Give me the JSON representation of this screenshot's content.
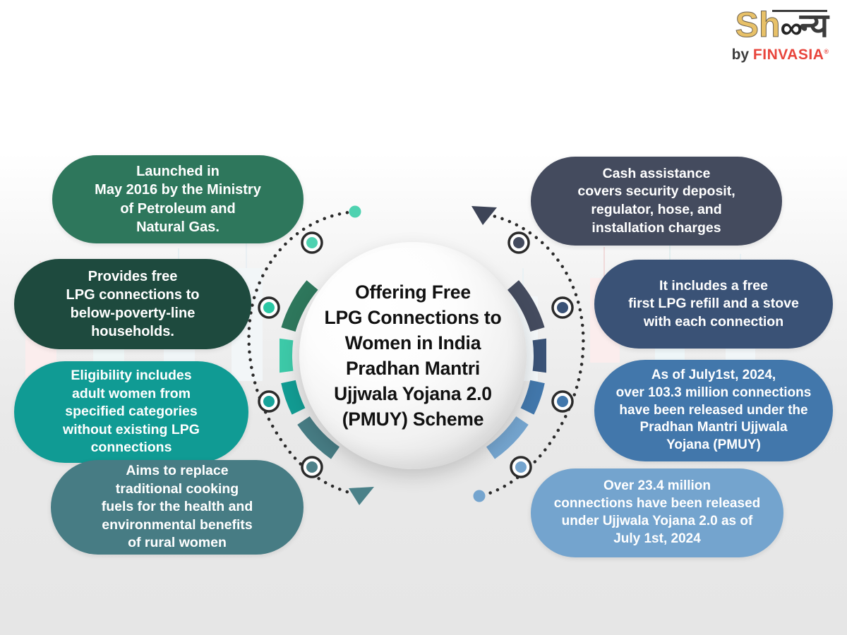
{
  "logo": {
    "name_part1": "Sh",
    "name_infinity": "∞",
    "name_devanagari": "न्य",
    "byline_prefix": "by ",
    "byline_brand": "FINVASIA",
    "registered": "®"
  },
  "center": {
    "title": "Offering Free\nLPG Connections to\nWomen in India\nPradhan Mantri\nUjjwala Yojana 2.0\n(PMUY) Scheme"
  },
  "colors": {
    "background_top": "#ffffff",
    "background_bottom": "#e6e6e6",
    "accent_green": "#2E775C",
    "accent_dark_green": "#1E4A3E",
    "accent_teal": "#109B94",
    "accent_mint": "#3DC9A8",
    "accent_slate_teal": "#477C84",
    "accent_navy": "#444B5E",
    "accent_blue_dark": "#3A5276",
    "accent_blue": "#4277AB",
    "accent_blue_light": "#74A4CE",
    "text_on_pill": "#ffffff",
    "center_text": "#111111",
    "logo_gold": "#E8C168",
    "logo_red": "#E8453C"
  },
  "left_items": [
    {
      "id": "launched-date",
      "text": "Launched in\nMay 2016 by the Ministry\nof  Petroleum and\nNatural Gas.",
      "color": "#2E775C",
      "marker_color": "#3DC9A8",
      "font_size": 20
    },
    {
      "id": "free-connections",
      "text": "Provides free\nLPG connections to\nbelow-poverty-line\nhouseholds.",
      "color": "#1E4A3E",
      "marker_color": "#2BC7A4",
      "font_size": 20
    },
    {
      "id": "eligibility",
      "text": "Eligibility includes\nadult women from\nspecified categories\nwithout existing LPG\nconnections",
      "color": "#109B94",
      "marker_color": "#17A39A",
      "font_size": 19.5
    },
    {
      "id": "replace-fuels",
      "text": "Aims to replace\ntraditional cooking\nfuels for the health and\nenvironmental benefits\nof rural women",
      "color": "#477C84",
      "marker_color": "#4E8189",
      "font_size": 19.5
    }
  ],
  "right_items": [
    {
      "id": "cash-assistance",
      "text": "Cash assistance\ncovers security deposit,\nregulator, hose, and\ninstallation charges",
      "color": "#444B5E",
      "marker_color": "#444B5E",
      "font_size": 19.5
    },
    {
      "id": "free-refill-stove",
      "text": "It includes a free\nfirst LPG refill and a stove\nwith each connection",
      "color": "#3A5276",
      "marker_color": "#3A5276",
      "font_size": 19.5
    },
    {
      "id": "connections-released",
      "text": "As of July1st, 2024,\nover 103.3 million connections\nhave been released under the\nPradhan Mantri Ujjwala\nYojana (PMUY)",
      "color": "#4277AB",
      "marker_color": "#4277AB",
      "font_size": 19,
      "note": "103.3 million connections as of July 1st 2024"
    },
    {
      "id": "ujjwala-2-connections",
      "text": "Over 23.4 million\nconnections have been released\nunder Ujjwala Yojana 2.0 as of\nJuly 1st, 2024",
      "color": "#74A4CE",
      "marker_color": "#74A4CE",
      "font_size": 19,
      "note": "23.4 million connections under Ujjwala 2.0"
    }
  ],
  "ring_segments": [
    {
      "id": "seg-green-dark",
      "color": "#2E775C"
    },
    {
      "id": "seg-mint",
      "color": "#3DC9A8"
    },
    {
      "id": "seg-teal",
      "color": "#129B92"
    },
    {
      "id": "seg-slate-teal",
      "color": "#477C84"
    },
    {
      "id": "seg-navy",
      "color": "#444B5E"
    },
    {
      "id": "seg-blue-dark",
      "color": "#3A5276"
    },
    {
      "id": "seg-blue",
      "color": "#4277AB"
    },
    {
      "id": "seg-blue-light",
      "color": "#74A4CE"
    }
  ]
}
